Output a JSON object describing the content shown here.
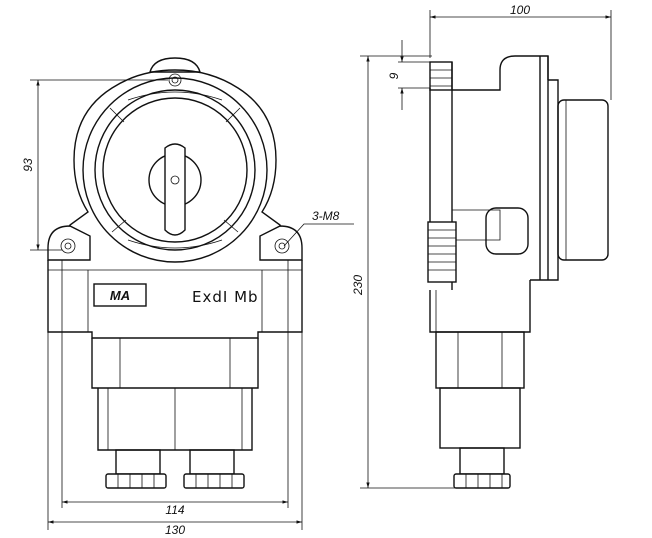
{
  "dimensions": {
    "top_width": "100",
    "side_small": "9",
    "side_height": "230",
    "front_height": "93",
    "bolt_note": "3-M8",
    "bottom_inner": "114",
    "bottom_outer": "130"
  },
  "marking": {
    "logo": "MA",
    "ex_marking": "ExdI Mb"
  }
}
